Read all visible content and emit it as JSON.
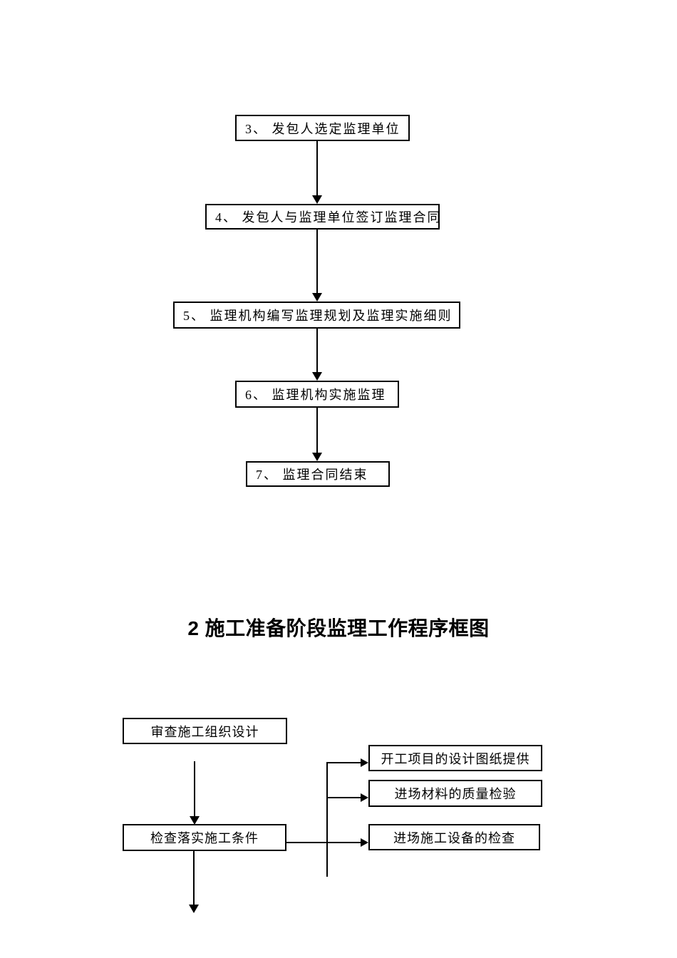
{
  "colors": {
    "background": "#ffffff",
    "line": "#000000",
    "text": "#000000"
  },
  "section_heading": "2 施工准备阶段监理工作程序框图",
  "flowchart1": {
    "nodes": [
      {
        "label": "3、 发包人选定监理单位"
      },
      {
        "label": "4、 发包人与监理单位签订监理合同"
      },
      {
        "label": "5、 监理机构编写监理规划及监理实施细则"
      },
      {
        "label": "6、 监理机构实施监理"
      },
      {
        "label": "7、 监理合同结束"
      }
    ]
  },
  "flowchart2": {
    "nodes": [
      {
        "label": "审查施工组织设计"
      },
      {
        "label": "检查落实施工条件"
      },
      {
        "label": "开工项目的设计图纸提供"
      },
      {
        "label": "进场材料的质量检验"
      },
      {
        "label": "进场施工设备的检查"
      }
    ]
  }
}
